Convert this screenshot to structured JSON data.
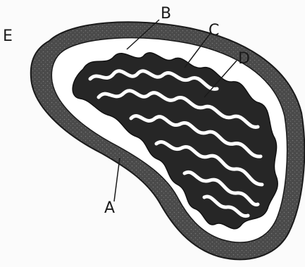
{
  "diagram": {
    "labels": {
      "a": "A",
      "b": "B",
      "c": "C",
      "d": "D",
      "e": "E"
    },
    "colors": {
      "outer_membrane": "#4a4a4a",
      "inner_membrane": "#262626",
      "matrix": "#ffffff",
      "background": "#fbfbfb",
      "ink": "#1a1a1a"
    }
  }
}
